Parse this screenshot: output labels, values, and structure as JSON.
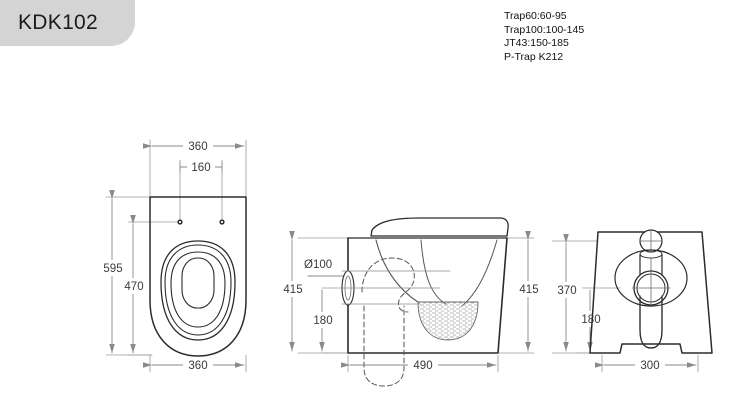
{
  "title": {
    "model_code": "KDK102"
  },
  "spec_notes": {
    "lines": [
      "Trap60:60-95",
      "Trap100:100-145",
      "JT43:150-185",
      "P-Trap K212"
    ]
  },
  "colors": {
    "badge_background": "#d4d4d4",
    "outline": "#2b2b2b",
    "dimension_line": "#8a8a8a",
    "dimension_text": "#3b3b3b",
    "page_background": "#ffffff"
  },
  "views": {
    "front": {
      "name": "front-view",
      "dimensions": {
        "top_width": "360",
        "bolt_spacing": "160",
        "total_height": "595",
        "seat_height": "470",
        "bottom_width": "360"
      }
    },
    "side": {
      "name": "side-view",
      "dimensions": {
        "outlet_diameter": "Ø100",
        "height_left": "415",
        "height_right": "415",
        "outlet_height": "180",
        "depth": "490"
      }
    },
    "back": {
      "name": "back-view",
      "dimensions": {
        "height": "370",
        "outlet_height": "180",
        "width": "300"
      }
    }
  }
}
